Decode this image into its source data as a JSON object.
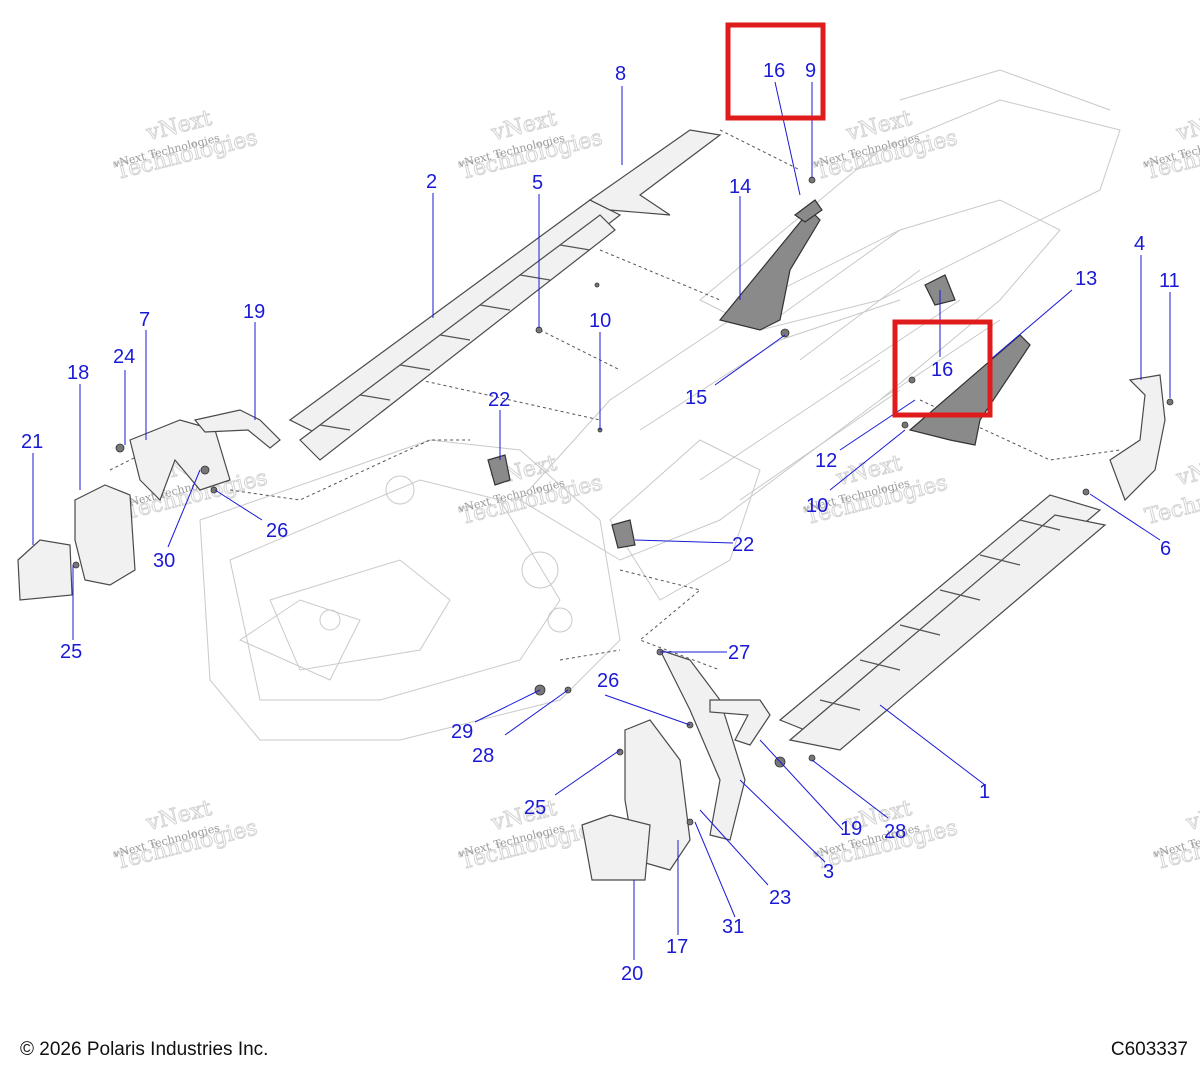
{
  "diagram": {
    "callouts": [
      {
        "id": "c1",
        "label": "1"
      },
      {
        "id": "c2",
        "label": "2"
      },
      {
        "id": "c3",
        "label": "3"
      },
      {
        "id": "c4",
        "label": "4"
      },
      {
        "id": "c5",
        "label": "5"
      },
      {
        "id": "c6",
        "label": "6"
      },
      {
        "id": "c7",
        "label": "7"
      },
      {
        "id": "c8",
        "label": "8"
      },
      {
        "id": "c9",
        "label": "9"
      },
      {
        "id": "c10a",
        "label": "10"
      },
      {
        "id": "c10b",
        "label": "10"
      },
      {
        "id": "c11",
        "label": "11"
      },
      {
        "id": "c12",
        "label": "12"
      },
      {
        "id": "c13",
        "label": "13"
      },
      {
        "id": "c14",
        "label": "14"
      },
      {
        "id": "c15",
        "label": "15"
      },
      {
        "id": "c16a",
        "label": "16"
      },
      {
        "id": "c16b",
        "label": "16"
      },
      {
        "id": "c17",
        "label": "17"
      },
      {
        "id": "c18",
        "label": "18"
      },
      {
        "id": "c19a",
        "label": "19"
      },
      {
        "id": "c19b",
        "label": "19"
      },
      {
        "id": "c20",
        "label": "20"
      },
      {
        "id": "c21",
        "label": "21"
      },
      {
        "id": "c22a",
        "label": "22"
      },
      {
        "id": "c22b",
        "label": "22"
      },
      {
        "id": "c23",
        "label": "23"
      },
      {
        "id": "c24",
        "label": "24"
      },
      {
        "id": "c25a",
        "label": "25"
      },
      {
        "id": "c25b",
        "label": "25"
      },
      {
        "id": "c26a",
        "label": "26"
      },
      {
        "id": "c26b",
        "label": "26"
      },
      {
        "id": "c27",
        "label": "27"
      },
      {
        "id": "c28a",
        "label": "28"
      },
      {
        "id": "c28b",
        "label": "28"
      },
      {
        "id": "c29",
        "label": "29"
      },
      {
        "id": "c30",
        "label": "30"
      },
      {
        "id": "c31",
        "label": "31"
      }
    ],
    "watermark": {
      "line1": "vNext",
      "line2": "Technologies",
      "line3": "vNext Technologies"
    }
  },
  "footer": {
    "copyright": "© 2026 Polaris Industries Inc.",
    "drawing_id": "C603337"
  },
  "colors": {
    "callout": "#1a1ad6",
    "highlight": "#e01b1b"
  }
}
